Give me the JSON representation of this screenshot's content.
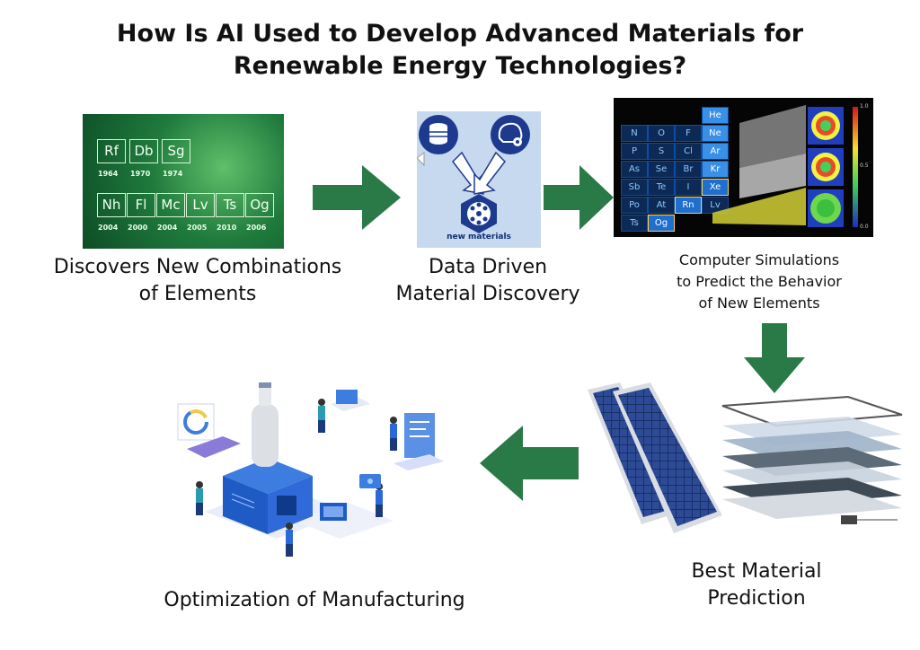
{
  "title": {
    "line1": "How Is AI Used to Develop Advanced Materials for",
    "line2": "Renewable Energy Technologies?"
  },
  "steps": {
    "discover": {
      "line1": "Discovers New Combinations",
      "line2": "of Elements"
    },
    "data_driven": {
      "line1": "Data Driven",
      "line2": "Material Discovery"
    },
    "simulation": {
      "line1": "Computer Simulations",
      "line2": "to Predict the Behavior",
      "line3": "of New Elements"
    },
    "best": {
      "line1": "Best Material",
      "line2": "Prediction"
    },
    "optimization": {
      "line1": "Optimization of Manufacturing"
    }
  },
  "periodic_tile": {
    "row1": [
      {
        "symbol": "Rf",
        "year": "1964"
      },
      {
        "symbol": "Db",
        "year": "1970"
      },
      {
        "symbol": "Sg",
        "year": "1974"
      }
    ],
    "row2": [
      {
        "symbol": "Nh",
        "year": "2004"
      },
      {
        "symbol": "Fl",
        "year": "2000"
      },
      {
        "symbol": "Mc",
        "year": "2004"
      },
      {
        "symbol": "Lv",
        "year": "2005"
      },
      {
        "symbol": "Ts",
        "year": "2010"
      },
      {
        "symbol": "Og",
        "year": "2006"
      }
    ]
  },
  "data_driven_tile": {
    "label": "new materials",
    "icons": [
      "database-icon",
      "brain-gear-icon",
      "molecule-network-icon"
    ]
  },
  "simulation_tile": {
    "cells": [
      "N",
      "O",
      "F",
      "Ne",
      "P",
      "S",
      "Cl",
      "Ar",
      "As",
      "Se",
      "Br",
      "Kr",
      "Sb",
      "Te",
      "I",
      "Xe",
      "Po",
      "At",
      "Rn",
      "Lv",
      "Ts",
      "Og",
      "He"
    ],
    "scale_top": "1.0",
    "scale_mid": "0.5",
    "scale_bottom": "0.0"
  },
  "colors": {
    "arrow_green": "#2a7a48",
    "title_text": "#111111"
  }
}
